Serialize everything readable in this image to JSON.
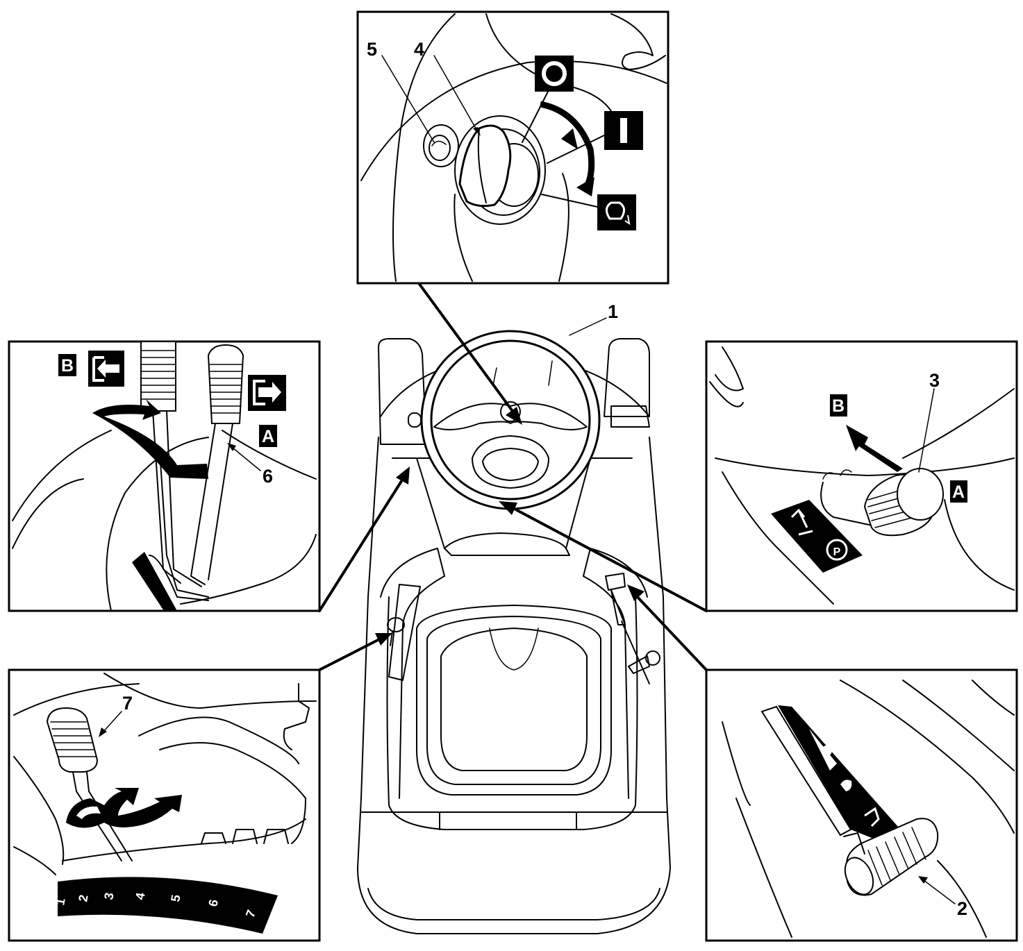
{
  "labels": {
    "part_1": "1",
    "part_2": "2",
    "part_3": "3",
    "part_4": "4",
    "part_5": "5",
    "part_6": "6",
    "part_7": "7"
  },
  "key_switch": {
    "symbol_off": "O",
    "symbol_on": "I"
  },
  "cutting_height_panel": {
    "letter_b": "B",
    "letter_a": "A"
  },
  "parking_brake_panel": {
    "letter_b": "B",
    "letter_a": "A",
    "park_symbol": "P"
  },
  "height_scale": {
    "positions": [
      "1",
      "2",
      "3",
      "4",
      "5",
      "6",
      "7"
    ]
  },
  "colors": {
    "ink": "#000000",
    "paper": "#ffffff"
  }
}
